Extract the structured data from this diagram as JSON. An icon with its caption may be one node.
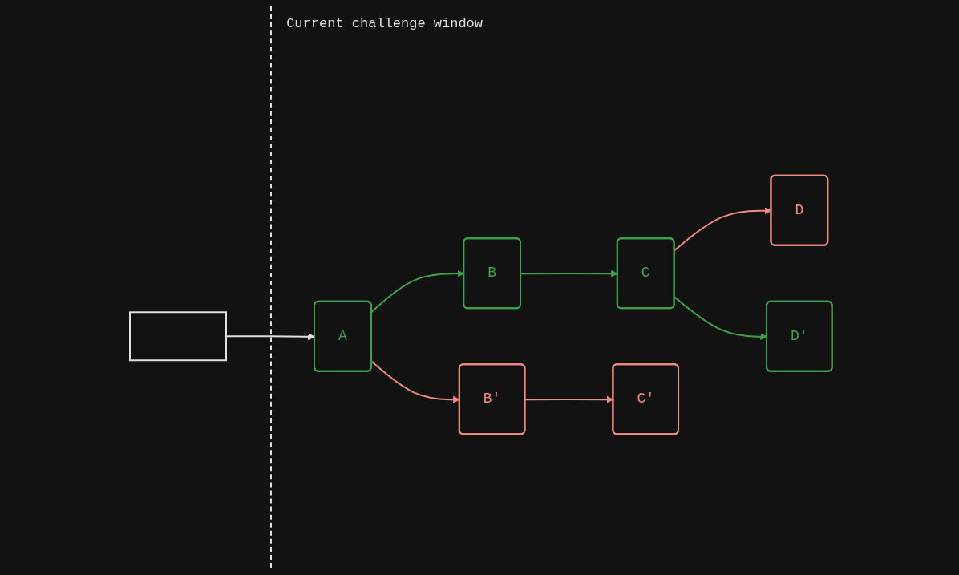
{
  "diagram": {
    "nodes": [
      {
        "text": [],
        "shape": "box"
      },
      {
        "text": [
          "A"
        ]
      },
      {
        "text": [
          "B"
        ]
      },
      {
        "text": [
          "B'"
        ]
      },
      {
        "text": [
          "C"
        ]
      },
      {
        "text": [
          "C'"
        ]
      },
      {
        "text": [
          "D"
        ]
      },
      {
        "text": [
          "D'"
        ]
      }
    ],
    "edges": [
      {
        "from": 0,
        "to": 1,
        "arrow": "to",
        "color": "#e0e0e0"
      },
      {
        "from": 1,
        "to": 2,
        "arrow": "to",
        "color": "#3fa34d"
      },
      {
        "from": 1,
        "to": 3,
        "arrow": "to",
        "color": "#f28b82"
      },
      {
        "from": 2,
        "to": 4,
        "arrow": "to",
        "color": "#3fa34d"
      },
      {
        "from": 3,
        "to": 5,
        "arrow": "to",
        "color": "#f28b82"
      },
      {
        "from": 4,
        "to": 6,
        "arrow": "to",
        "color": "#f28b82"
      },
      {
        "from": 4,
        "to": 7,
        "arrow": "to",
        "color": "#3fa34d"
      }
    ],
    "labels": [
      "Current challenge window"
    ]
  }
}
